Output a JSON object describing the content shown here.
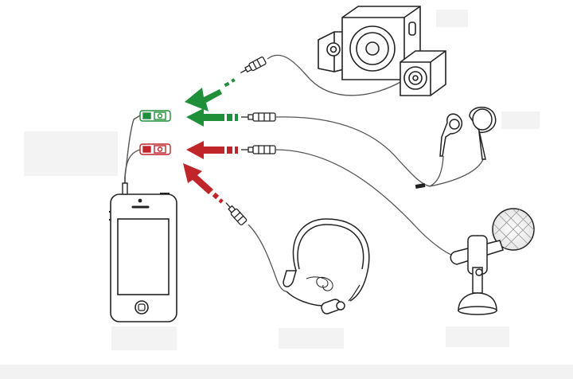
{
  "diagram": {
    "devices": [
      "smartphone",
      "speakers",
      "earphones",
      "desktop-microphone",
      "headset-microphone",
      "splitter-adapter"
    ],
    "colors": {
      "line": "#222222",
      "cable": "#555555",
      "green": "#1f8f3a",
      "red": "#c0252a",
      "faint_box": "#f3f3f3"
    }
  }
}
